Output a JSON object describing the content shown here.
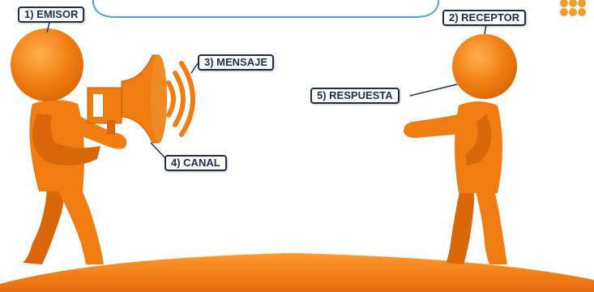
{
  "labels": {
    "emisor": "1) EMISOR",
    "receptor": "2) RECEPTOR",
    "mensaje": "3) MENSAJE",
    "canal": "4) CANAL",
    "respuesta": "5) RESPUESTA"
  },
  "colors": {
    "figure": "#f07d12",
    "figure_dark": "#c95d05",
    "ground": "#ef7a15",
    "label_border": "#1f2f4a",
    "callout_border": "#4fa3d8",
    "logo": "#f29a2e"
  },
  "icons": [
    "speaker-icon",
    "sound-waves-icon",
    "logo-icon"
  ]
}
